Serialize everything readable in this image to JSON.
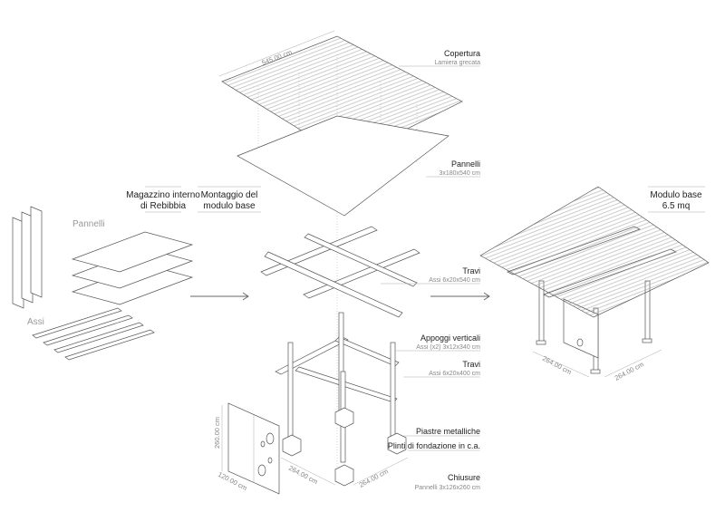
{
  "headings": {
    "warehouse": [
      "Magazzino interno",
      "di Rebibbia"
    ],
    "assembly": [
      "Montaggio del",
      "modulo base"
    ],
    "module": [
      "Modulo base",
      "6.5 mq"
    ]
  },
  "warehouse_labels": {
    "panels": "Pannelli",
    "boards": "Assi"
  },
  "components": [
    {
      "title": "Copertura",
      "detail": "Lamiera grecata"
    },
    {
      "title": "Pannelli",
      "detail": "3x180x540 cm"
    },
    {
      "title": "Travi",
      "detail": "Assi 6x20x540 cm"
    },
    {
      "title": "Appoggi verticali",
      "detail": "Assi (x2) 3x12x340 cm"
    },
    {
      "title": "Travi",
      "detail": "Assi 6x20x400 cm"
    },
    {
      "title": "Piastre metalliche",
      "detail": ""
    },
    {
      "title": "Plinti di fondazione in c.a.",
      "detail": ""
    },
    {
      "title": "Chiusure",
      "detail": "Pannelli  3x126x260 cm"
    }
  ],
  "dimensions": {
    "roof_length": "545.00 cm",
    "closure_height": "260.00 cm",
    "closure_width": "120.00 cm",
    "base_side_a": "264.00 cm",
    "base_side_b": "264.00 cm",
    "module_side_a": "264.00 cm",
    "module_side_b": "264.00 cm"
  }
}
